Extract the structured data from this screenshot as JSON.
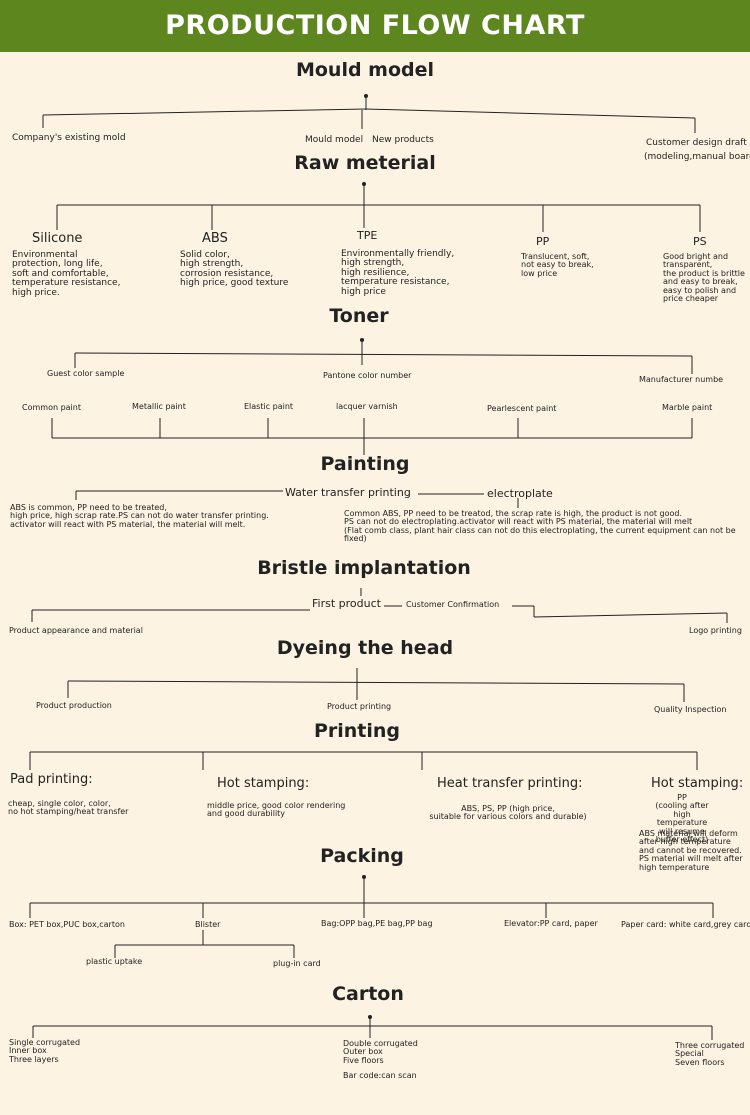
{
  "header": {
    "title": "PRODUCTION FLOW CHART"
  },
  "mould": {
    "title": "Mould model",
    "items": [
      "Company's existing mold",
      "Mould model",
      "New products",
      "Customer design draft",
      "(modeling,manual board)"
    ]
  },
  "raw": {
    "title": "Raw meterial",
    "materials": [
      {
        "name": "Silicone",
        "desc": "Environmental\nprotection, long life,\nsoft and comfortable,\ntemperature resistance,\nhigh price."
      },
      {
        "name": "ABS",
        "desc": "Solid color,\nhigh strength,\ncorrosion resistance,\nhigh price, good texture"
      },
      {
        "name": "TPE",
        "desc": "Environmentally friendly,\nhigh strength,\nhigh resilience,\ntemperature resistance,\nhigh price"
      },
      {
        "name": "PP",
        "desc": "Translucent, soft,\nnot easy to break,\nlow price"
      },
      {
        "name": "PS",
        "desc": "Good bright and\ntransparent,\nthe product is brittle\nand easy to break,\neasy to polish and\nprice cheaper"
      }
    ]
  },
  "toner": {
    "title": "Toner",
    "top": [
      "Guest color sample",
      "Pantone color number",
      "Manufacturer numbe"
    ],
    "paints": [
      "Common paint",
      "Metallic paint",
      "Elastic paint",
      "lacquer varnish",
      "Pearlescent paint",
      "Marble paint"
    ]
  },
  "painting": {
    "title": "Painting",
    "water_transfer": "Water transfer printing",
    "electroplate": "electroplate",
    "left_note": "ABS is common, PP need to be treated,\nhigh price, high scrap rate.PS can not do water transfer printing.\nactivator will react with PS material, the material will melt.",
    "right_note": "Common ABS, PP need to be treatod, the scrap rate is high, the product is not good.\nPS can not do electroplating.activator will react with PS material, the material will melt\n(Flat comb class, plant hair class can not do this electroplating, the current equipment can not be fixed)"
  },
  "bristle": {
    "title": "Bristle implantation",
    "first_product": "First product",
    "confirmation": "Customer Confirmation",
    "left": "Product appearance and material",
    "right": "Logo printing"
  },
  "dyeing": {
    "title": "Dyeing the head",
    "items": [
      "Product production",
      "Product printing",
      "Quality Inspection"
    ]
  },
  "printing": {
    "title": "Printing",
    "methods": [
      {
        "name": "Pad printing:",
        "desc": "cheap, single color, color,\nno hot stamping/heat transfer"
      },
      {
        "name": "Hot stamping:",
        "desc": "middle price, good color rendering\nand good durability"
      },
      {
        "name": "Heat transfer printing:",
        "desc": "ABS, PS, PP (high price,\nsuitable for various colors and durable)"
      },
      {
        "name": "Hot stamping:",
        "desc": "PP\n(cooling after high temperature\nwill resume buffer effect)"
      }
    ],
    "ps_note": "ABS material will deform\nafter high temperature\nand cannot be recovered.\nPS material will melt after\nhigh temperature"
  },
  "packing": {
    "title": "Packing",
    "items": [
      "Box: PET box,PUC box,carton",
      "Blister",
      "Bag:OPP bag,PE bag,PP bag",
      "Elevator:PP card, paper",
      "Paper card: white card,grey card"
    ],
    "blister_sub": [
      "plastic uptake",
      "plug-in card"
    ]
  },
  "carton": {
    "title": "Carton",
    "items": [
      "Single corrugated\nInner box\nThree layers",
      "Double corrugated\nOuter box\nFive floors",
      "Three corrugated\nSpecial\nSeven floors"
    ],
    "barcode": "Bar code:can scan"
  }
}
